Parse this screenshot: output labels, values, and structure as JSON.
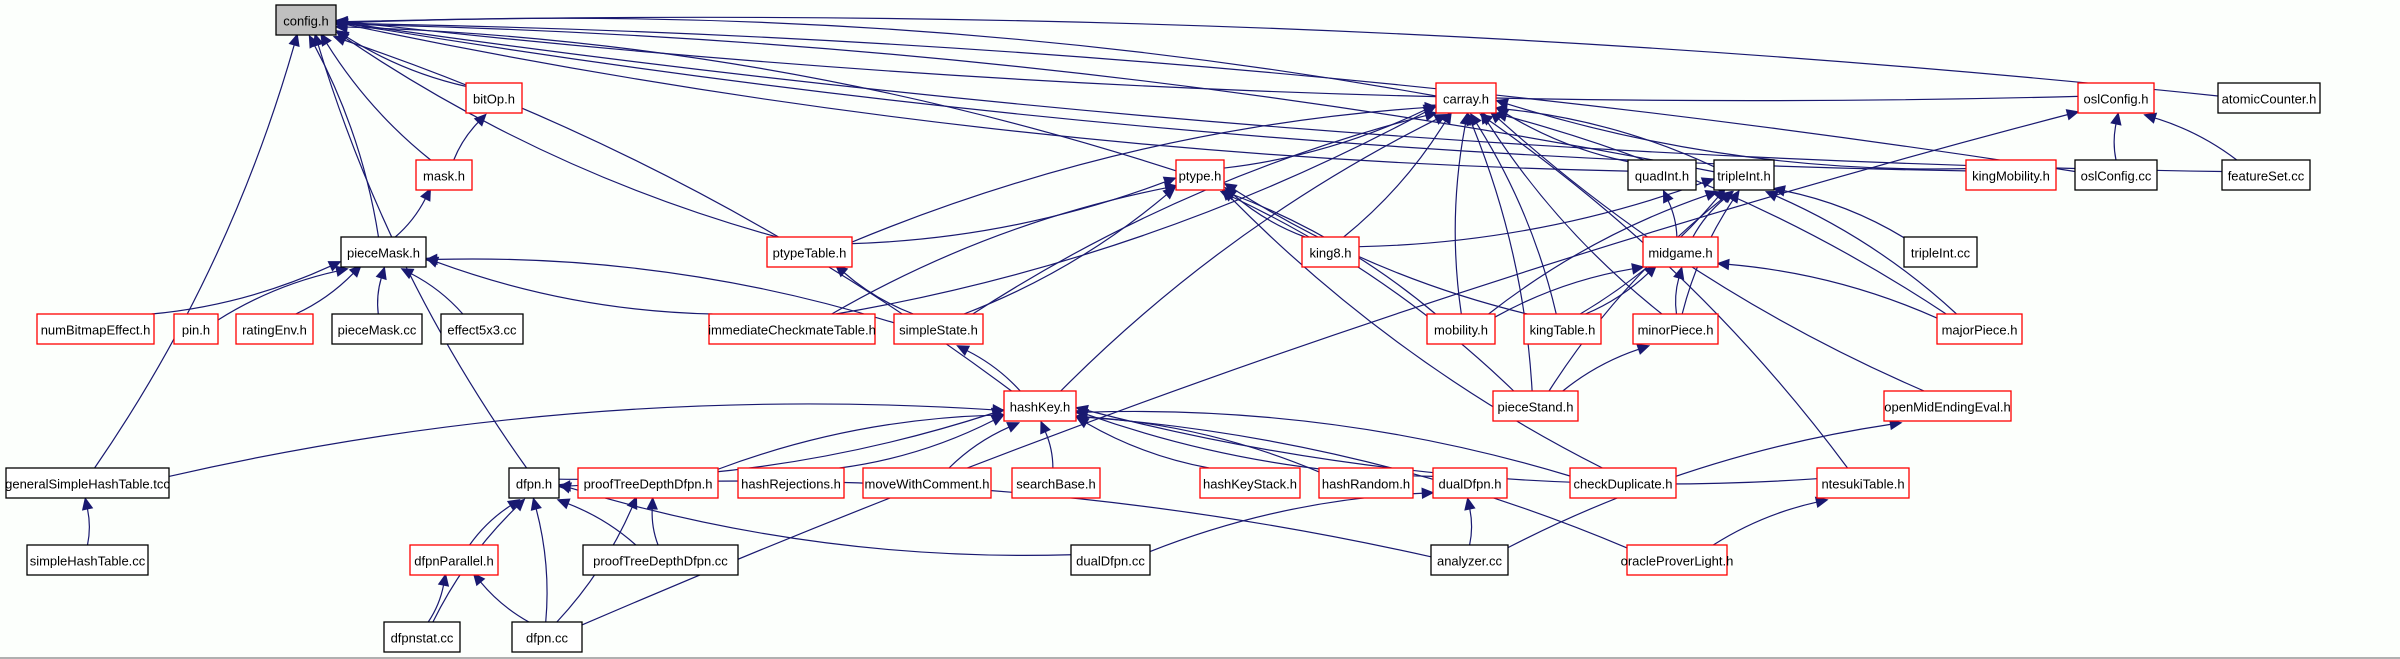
{
  "diagram": {
    "type": "include-dependency-graph",
    "focus_node": "config.h",
    "colors": {
      "edge": "#191970",
      "focus_fill": "#bfbfbf",
      "focus_border": "#000000",
      "truncated_border": "#ff0000",
      "normal_border": "#000000",
      "background": "#fcfffc"
    },
    "nodes": [
      {
        "id": "config",
        "label": "config.h",
        "style": "focus"
      },
      {
        "id": "bitOp",
        "label": "bitOp.h",
        "style": "truncated"
      },
      {
        "id": "carray",
        "label": "carray.h",
        "style": "truncated"
      },
      {
        "id": "oslConfigH",
        "label": "oslConfig.h",
        "style": "truncated"
      },
      {
        "id": "atomicCounter",
        "label": "atomicCounter.h",
        "style": "normal"
      },
      {
        "id": "mask",
        "label": "mask.h",
        "style": "truncated"
      },
      {
        "id": "ptype",
        "label": "ptype.h",
        "style": "truncated"
      },
      {
        "id": "quadInt",
        "label": "quadInt.h",
        "style": "normal"
      },
      {
        "id": "tripleIntH",
        "label": "tripleInt.h",
        "style": "normal"
      },
      {
        "id": "kingMobility",
        "label": "kingMobility.h",
        "style": "truncated"
      },
      {
        "id": "oslConfigCC",
        "label": "oslConfig.cc",
        "style": "normal"
      },
      {
        "id": "featureSet",
        "label": "featureSet.cc",
        "style": "normal"
      },
      {
        "id": "pieceMaskH",
        "label": "pieceMask.h",
        "style": "normal"
      },
      {
        "id": "ptypeTable",
        "label": "ptypeTable.h",
        "style": "truncated"
      },
      {
        "id": "king8",
        "label": "king8.h",
        "style": "truncated"
      },
      {
        "id": "midgame",
        "label": "midgame.h",
        "style": "truncated"
      },
      {
        "id": "tripleIntCC",
        "label": "tripleInt.cc",
        "style": "normal"
      },
      {
        "id": "numBitmapEffect",
        "label": "numBitmapEffect.h",
        "style": "truncated"
      },
      {
        "id": "pin",
        "label": "pin.h",
        "style": "truncated"
      },
      {
        "id": "ratingEnv",
        "label": "ratingEnv.h",
        "style": "truncated"
      },
      {
        "id": "pieceMaskCC",
        "label": "pieceMask.cc",
        "style": "normal"
      },
      {
        "id": "effect5x3",
        "label": "effect5x3.cc",
        "style": "normal"
      },
      {
        "id": "immediateCheckmateTable",
        "label": "immediateCheckmateTable.h",
        "style": "truncated"
      },
      {
        "id": "simpleState",
        "label": "simpleState.h",
        "style": "truncated"
      },
      {
        "id": "mobility",
        "label": "mobility.h",
        "style": "truncated"
      },
      {
        "id": "kingTable",
        "label": "kingTable.h",
        "style": "truncated"
      },
      {
        "id": "minorPiece",
        "label": "minorPiece.h",
        "style": "truncated"
      },
      {
        "id": "majorPiece",
        "label": "majorPiece.h",
        "style": "truncated"
      },
      {
        "id": "hashKey",
        "label": "hashKey.h",
        "style": "truncated"
      },
      {
        "id": "pieceStand",
        "label": "pieceStand.h",
        "style": "truncated"
      },
      {
        "id": "openMidEndingEval",
        "label": "openMidEndingEval.h",
        "style": "truncated"
      },
      {
        "id": "generalSimpleHashTable",
        "label": "generalSimpleHashTable.tcc",
        "style": "normal"
      },
      {
        "id": "dfpnH",
        "label": "dfpn.h",
        "style": "normal"
      },
      {
        "id": "proofTreeDepthDfpnH",
        "label": "proofTreeDepthDfpn.h",
        "style": "truncated"
      },
      {
        "id": "hashRejections",
        "label": "hashRejections.h",
        "style": "truncated"
      },
      {
        "id": "moveWithComment",
        "label": "moveWithComment.h",
        "style": "truncated"
      },
      {
        "id": "searchBase",
        "label": "searchBase.h",
        "style": "truncated"
      },
      {
        "id": "hashKeyStack",
        "label": "hashKeyStack.h",
        "style": "truncated"
      },
      {
        "id": "hashRandom",
        "label": "hashRandom.h",
        "style": "truncated"
      },
      {
        "id": "dualDfpnH",
        "label": "dualDfpn.h",
        "style": "truncated"
      },
      {
        "id": "checkDuplicate",
        "label": "checkDuplicate.h",
        "style": "truncated"
      },
      {
        "id": "ntesukiTable",
        "label": "ntesukiTable.h",
        "style": "truncated"
      },
      {
        "id": "simpleHashTable",
        "label": "simpleHashTable.cc",
        "style": "normal"
      },
      {
        "id": "dfpnParallel",
        "label": "dfpnParallel.h",
        "style": "truncated"
      },
      {
        "id": "proofTreeDepthDfpnCC",
        "label": "proofTreeDepthDfpn.cc",
        "style": "normal"
      },
      {
        "id": "dualDfpnCC",
        "label": "dualDfpn.cc",
        "style": "normal"
      },
      {
        "id": "analyzer",
        "label": "analyzer.cc",
        "style": "normal"
      },
      {
        "id": "oracleProverLight",
        "label": "oracleProverLight.h",
        "style": "truncated"
      },
      {
        "id": "dfpnstat",
        "label": "dfpnstat.cc",
        "style": "normal"
      },
      {
        "id": "dfpnCC",
        "label": "dfpn.cc",
        "style": "normal"
      }
    ],
    "edges": [
      [
        "bitOp",
        "config"
      ],
      [
        "carray",
        "config"
      ],
      [
        "oslConfigH",
        "config"
      ],
      [
        "atomicCounter",
        "config"
      ],
      [
        "mask",
        "config"
      ],
      [
        "ptype",
        "config"
      ],
      [
        "quadInt",
        "config"
      ],
      [
        "tripleIntH",
        "config"
      ],
      [
        "kingMobility",
        "config"
      ],
      [
        "oslConfigCC",
        "config"
      ],
      [
        "featureSet",
        "config"
      ],
      [
        "pieceMaskH",
        "config"
      ],
      [
        "ptypeTable",
        "config"
      ],
      [
        "generalSimpleHashTable",
        "config"
      ],
      [
        "dfpnH",
        "config"
      ],
      [
        "hashKey",
        "config"
      ],
      [
        "mask",
        "bitOp"
      ],
      [
        "pieceMaskH",
        "mask"
      ],
      [
        "oslConfigCC",
        "oslConfigH"
      ],
      [
        "featureSet",
        "oslConfigH"
      ],
      [
        "dfpnCC",
        "oslConfigH"
      ],
      [
        "ptype",
        "carray"
      ],
      [
        "ptypeTable",
        "carray"
      ],
      [
        "immediateCheckmateTable",
        "carray"
      ],
      [
        "simpleState",
        "carray"
      ],
      [
        "king8",
        "carray"
      ],
      [
        "mobility",
        "carray"
      ],
      [
        "kingTable",
        "carray"
      ],
      [
        "minorPiece",
        "carray"
      ],
      [
        "pieceStand",
        "carray"
      ],
      [
        "quadInt",
        "carray"
      ],
      [
        "tripleIntH",
        "carray"
      ],
      [
        "kingMobility",
        "carray"
      ],
      [
        "majorPiece",
        "carray"
      ],
      [
        "openMidEndingEval",
        "carray"
      ],
      [
        "ntesukiTable",
        "carray"
      ],
      [
        "hashKey",
        "carray"
      ],
      [
        "ptypeTable",
        "ptype"
      ],
      [
        "immediateCheckmateTable",
        "ptype"
      ],
      [
        "simpleState",
        "ptype"
      ],
      [
        "king8",
        "ptype"
      ],
      [
        "mobility",
        "ptype"
      ],
      [
        "kingTable",
        "ptype"
      ],
      [
        "pieceStand",
        "ptype"
      ],
      [
        "checkDuplicate",
        "ptype"
      ],
      [
        "numBitmapEffect",
        "pieceMaskH"
      ],
      [
        "pin",
        "pieceMaskH"
      ],
      [
        "ratingEnv",
        "pieceMaskH"
      ],
      [
        "pieceMaskCC",
        "pieceMaskH"
      ],
      [
        "effect5x3",
        "pieceMaskH"
      ],
      [
        "immediateCheckmateTable",
        "pieceMaskH"
      ],
      [
        "simpleState",
        "pieceMaskH"
      ],
      [
        "simpleState",
        "ptypeTable"
      ],
      [
        "king8",
        "tripleIntH"
      ],
      [
        "midgame",
        "tripleIntH"
      ],
      [
        "tripleIntCC",
        "tripleIntH"
      ],
      [
        "mobility",
        "tripleIntH"
      ],
      [
        "kingTable",
        "tripleIntH"
      ],
      [
        "minorPiece",
        "tripleIntH"
      ],
      [
        "majorPiece",
        "tripleIntH"
      ],
      [
        "pieceStand",
        "tripleIntH"
      ],
      [
        "midgame",
        "quadInt"
      ],
      [
        "mobility",
        "midgame"
      ],
      [
        "kingTable",
        "midgame"
      ],
      [
        "minorPiece",
        "midgame"
      ],
      [
        "majorPiece",
        "midgame"
      ],
      [
        "pieceStand",
        "minorPiece"
      ],
      [
        "hashKey",
        "simpleState"
      ],
      [
        "generalSimpleHashTable",
        "hashKey"
      ],
      [
        "dfpnH",
        "hashKey"
      ],
      [
        "proofTreeDepthDfpnH",
        "hashKey"
      ],
      [
        "hashRejections",
        "hashKey"
      ],
      [
        "moveWithComment",
        "hashKey"
      ],
      [
        "searchBase",
        "hashKey"
      ],
      [
        "hashKeyStack",
        "hashKey"
      ],
      [
        "hashRandom",
        "hashKey"
      ],
      [
        "dualDfpnH",
        "hashKey"
      ],
      [
        "checkDuplicate",
        "hashKey"
      ],
      [
        "ntesukiTable",
        "hashKey"
      ],
      [
        "oracleProverLight",
        "hashKey"
      ],
      [
        "analyzer",
        "openMidEndingEval"
      ],
      [
        "simpleHashTable",
        "generalSimpleHashTable"
      ],
      [
        "dfpnParallel",
        "dfpnH"
      ],
      [
        "proofTreeDepthDfpnCC",
        "dfpnH"
      ],
      [
        "dualDfpnCC",
        "dfpnH"
      ],
      [
        "analyzer",
        "dfpnH"
      ],
      [
        "dfpnstat",
        "dfpnH"
      ],
      [
        "dfpnCC",
        "dfpnH"
      ],
      [
        "proofTreeDepthDfpnCC",
        "proofTreeDepthDfpnH"
      ],
      [
        "dfpnCC",
        "proofTreeDepthDfpnH"
      ],
      [
        "dualDfpnCC",
        "dualDfpnH"
      ],
      [
        "analyzer",
        "dualDfpnH"
      ],
      [
        "oracleProverLight",
        "ntesukiTable"
      ],
      [
        "dfpnstat",
        "dfpnParallel"
      ],
      [
        "dfpnCC",
        "dfpnParallel"
      ]
    ]
  }
}
